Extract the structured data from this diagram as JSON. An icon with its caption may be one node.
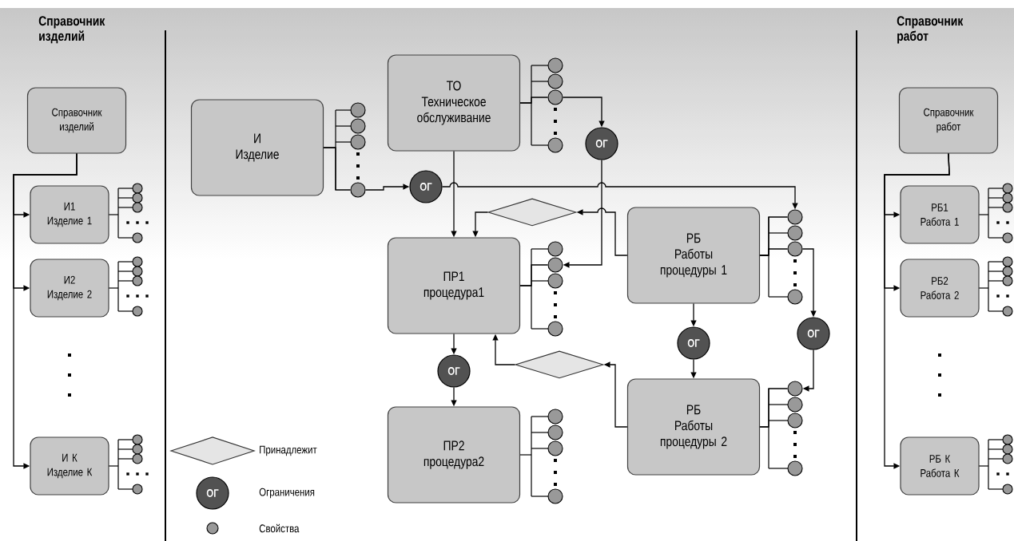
{
  "diagram": {
    "nodes": [
      {
        "text": [
          "Справочник изделий"
        ]
      },
      {
        "text": [
          "И1",
          "Изделие 1"
        ]
      },
      {
        "text": [
          "И2",
          "Изделие 2"
        ]
      },
      {
        "text": [
          "И К",
          "Изделие К"
        ]
      },
      {
        "text": [
          "И",
          "Изделие"
        ]
      },
      {
        "text": [
          "ТО",
          "Техническое обслуживание"
        ]
      },
      {
        "text": [
          "ОГ"
        ]
      },
      {
        "text": [
          "ОГ"
        ]
      },
      {
        "text": [],
        "shape": "diamond"
      },
      {
        "text": [
          "ПР1",
          "процедура1"
        ]
      },
      {
        "text": [
          "РБ",
          "Работы процедуры 1"
        ]
      },
      {
        "text": [
          "ОГ"
        ]
      },
      {
        "text": [
          "ОГ"
        ]
      },
      {
        "text": [],
        "shape": "diamond"
      },
      {
        "text": [
          "ОГ"
        ]
      },
      {
        "text": [
          "ПР2",
          "процедура2"
        ]
      },
      {
        "text": [
          "РБ",
          "Работы процедуры 2"
        ]
      },
      {
        "text": [
          "Справочник работ"
        ]
      },
      {
        "text": [
          "РБ1",
          "Работа 1"
        ]
      },
      {
        "text": [
          "РБ2",
          "Работа 2"
        ]
      },
      {
        "text": [
          "РБ К",
          "Работа К"
        ]
      },
      {
        "text": [],
        "shape": "circle"
      },
      {
        "text": [],
        "shape": "circle"
      },
      {
        "text": [],
        "shape": "circle"
      },
      {
        "text": [],
        "shape": "circle"
      },
      {
        "text": [],
        "shape": "circle"
      },
      {
        "text": [],
        "shape": "circle"
      }
    ],
    "edges": [
      {
        "from": 0,
        "to": 1,
        "arrow": "to"
      },
      {
        "from": 0,
        "to": 2,
        "arrow": "to"
      },
      {
        "from": 0,
        "to": 3,
        "arrow": "to"
      },
      {
        "from": 4,
        "to": 21,
        "arrow": "none"
      },
      {
        "from": 21,
        "to": 6,
        "arrow": "to"
      },
      {
        "from": 6,
        "to": 23,
        "arrow": "to"
      },
      {
        "from": 5,
        "to": 22,
        "arrow": "none"
      },
      {
        "from": 22,
        "to": 7,
        "arrow": "to"
      },
      {
        "from": 7,
        "to": 24,
        "arrow": "to"
      },
      {
        "from": 9,
        "to": 24,
        "arrow": "none"
      },
      {
        "from": 5,
        "to": 9,
        "arrow": "to"
      },
      {
        "from": 10,
        "to": 8,
        "arrow": "to"
      },
      {
        "from": 8,
        "to": 9,
        "arrow": "to"
      },
      {
        "from": 10,
        "to": 23,
        "arrow": "none"
      },
      {
        "from": 10,
        "to": 25,
        "arrow": "none"
      },
      {
        "from": 25,
        "to": 12,
        "arrow": "to"
      },
      {
        "from": 12,
        "to": 26,
        "arrow": "to"
      },
      {
        "from": 16,
        "to": 26,
        "arrow": "none"
      },
      {
        "from": 10,
        "to": 11,
        "arrow": "to"
      },
      {
        "from": 11,
        "to": 16,
        "arrow": "to"
      },
      {
        "from": 9,
        "to": 14,
        "arrow": "to"
      },
      {
        "from": 14,
        "to": 15,
        "arrow": "to"
      },
      {
        "from": 16,
        "to": 13,
        "arrow": "to"
      },
      {
        "from": 13,
        "to": 9,
        "arrow": "to"
      },
      {
        "from": 17,
        "to": 18,
        "arrow": "to"
      },
      {
        "from": 17,
        "to": 19,
        "arrow": "to"
      },
      {
        "from": 17,
        "to": 20,
        "arrow": "to"
      }
    ],
    "labels": [
      "Справочник изделий",
      "Справочник работ",
      "ОГ"
    ],
    "legend": [
      {
        "text": "Принадлежит"
      },
      {
        "text": "Ограничения"
      },
      {
        "text": "Свойства"
      }
    ]
  }
}
